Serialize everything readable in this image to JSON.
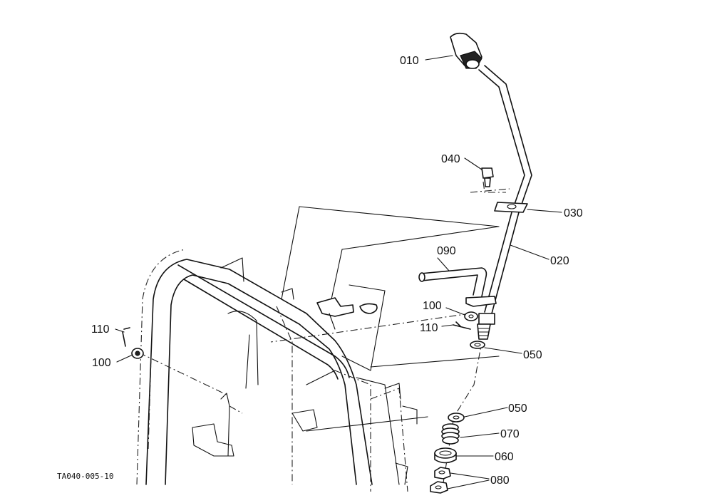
{
  "drawing_code": "TA040-005-10",
  "callouts": [
    {
      "id": "010",
      "text": "010"
    },
    {
      "id": "020",
      "text": "020"
    },
    {
      "id": "030",
      "text": "030"
    },
    {
      "id": "040",
      "text": "040"
    },
    {
      "id": "050a",
      "text": "050"
    },
    {
      "id": "050b",
      "text": "050"
    },
    {
      "id": "060",
      "text": "060"
    },
    {
      "id": "070",
      "text": "070"
    },
    {
      "id": "080",
      "text": "080"
    },
    {
      "id": "090",
      "text": "090"
    },
    {
      "id": "100a",
      "text": "100"
    },
    {
      "id": "100b",
      "text": "100"
    },
    {
      "id": "110a",
      "text": "110"
    },
    {
      "id": "110b",
      "text": "110"
    }
  ]
}
